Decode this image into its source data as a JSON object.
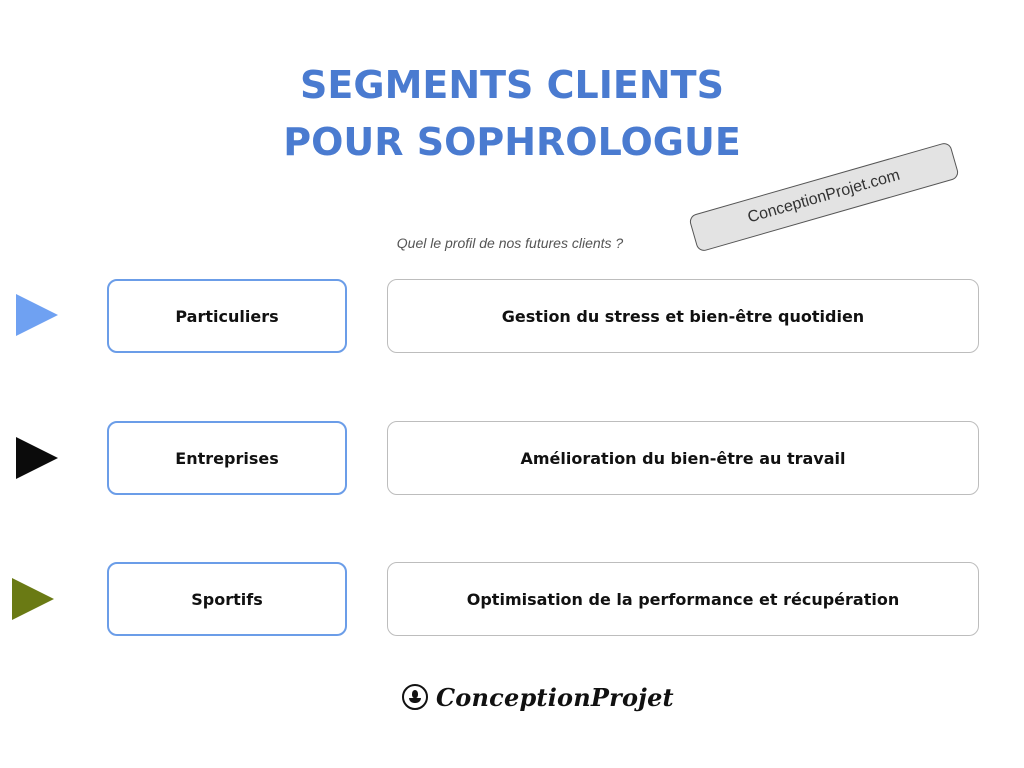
{
  "header": {
    "title_line1": "SEGMENTS CLIENTS",
    "title_line2": "POUR SOPHROLOGUE",
    "subtitle": "Quel le profil de nos futures clients ?"
  },
  "watermark": {
    "text": "ConceptionProjet.com"
  },
  "rows": [
    {
      "segment": "Particuliers",
      "description": "Gestion du stress et bien-être quotidien",
      "arrow_color": "#6fa1f2"
    },
    {
      "segment": "Entreprises",
      "description": "Amélioration du bien-être au travail",
      "arrow_color": "#0b0b0b"
    },
    {
      "segment": "Sportifs",
      "description": "Optimisation de la performance et récupération",
      "arrow_color": "#6a7a14"
    }
  ],
  "footer": {
    "logo_text": "ConceptionProjet",
    "logo_icon": "hand-drop-icon"
  },
  "colors": {
    "title": "#4a7bd0",
    "segment_border": "#6b9de8",
    "description_border": "#bdbdbd"
  }
}
